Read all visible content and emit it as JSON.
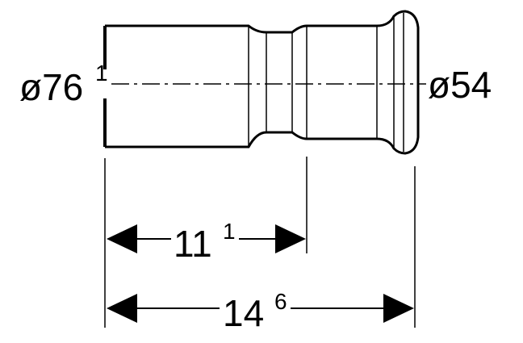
{
  "left_diameter": {
    "main": "ø76",
    "sup": "1"
  },
  "right_diameter": {
    "main": "ø54"
  },
  "dim_short": {
    "main": "11",
    "sup": "1"
  },
  "dim_total": {
    "main": "14",
    "sup": "6"
  }
}
